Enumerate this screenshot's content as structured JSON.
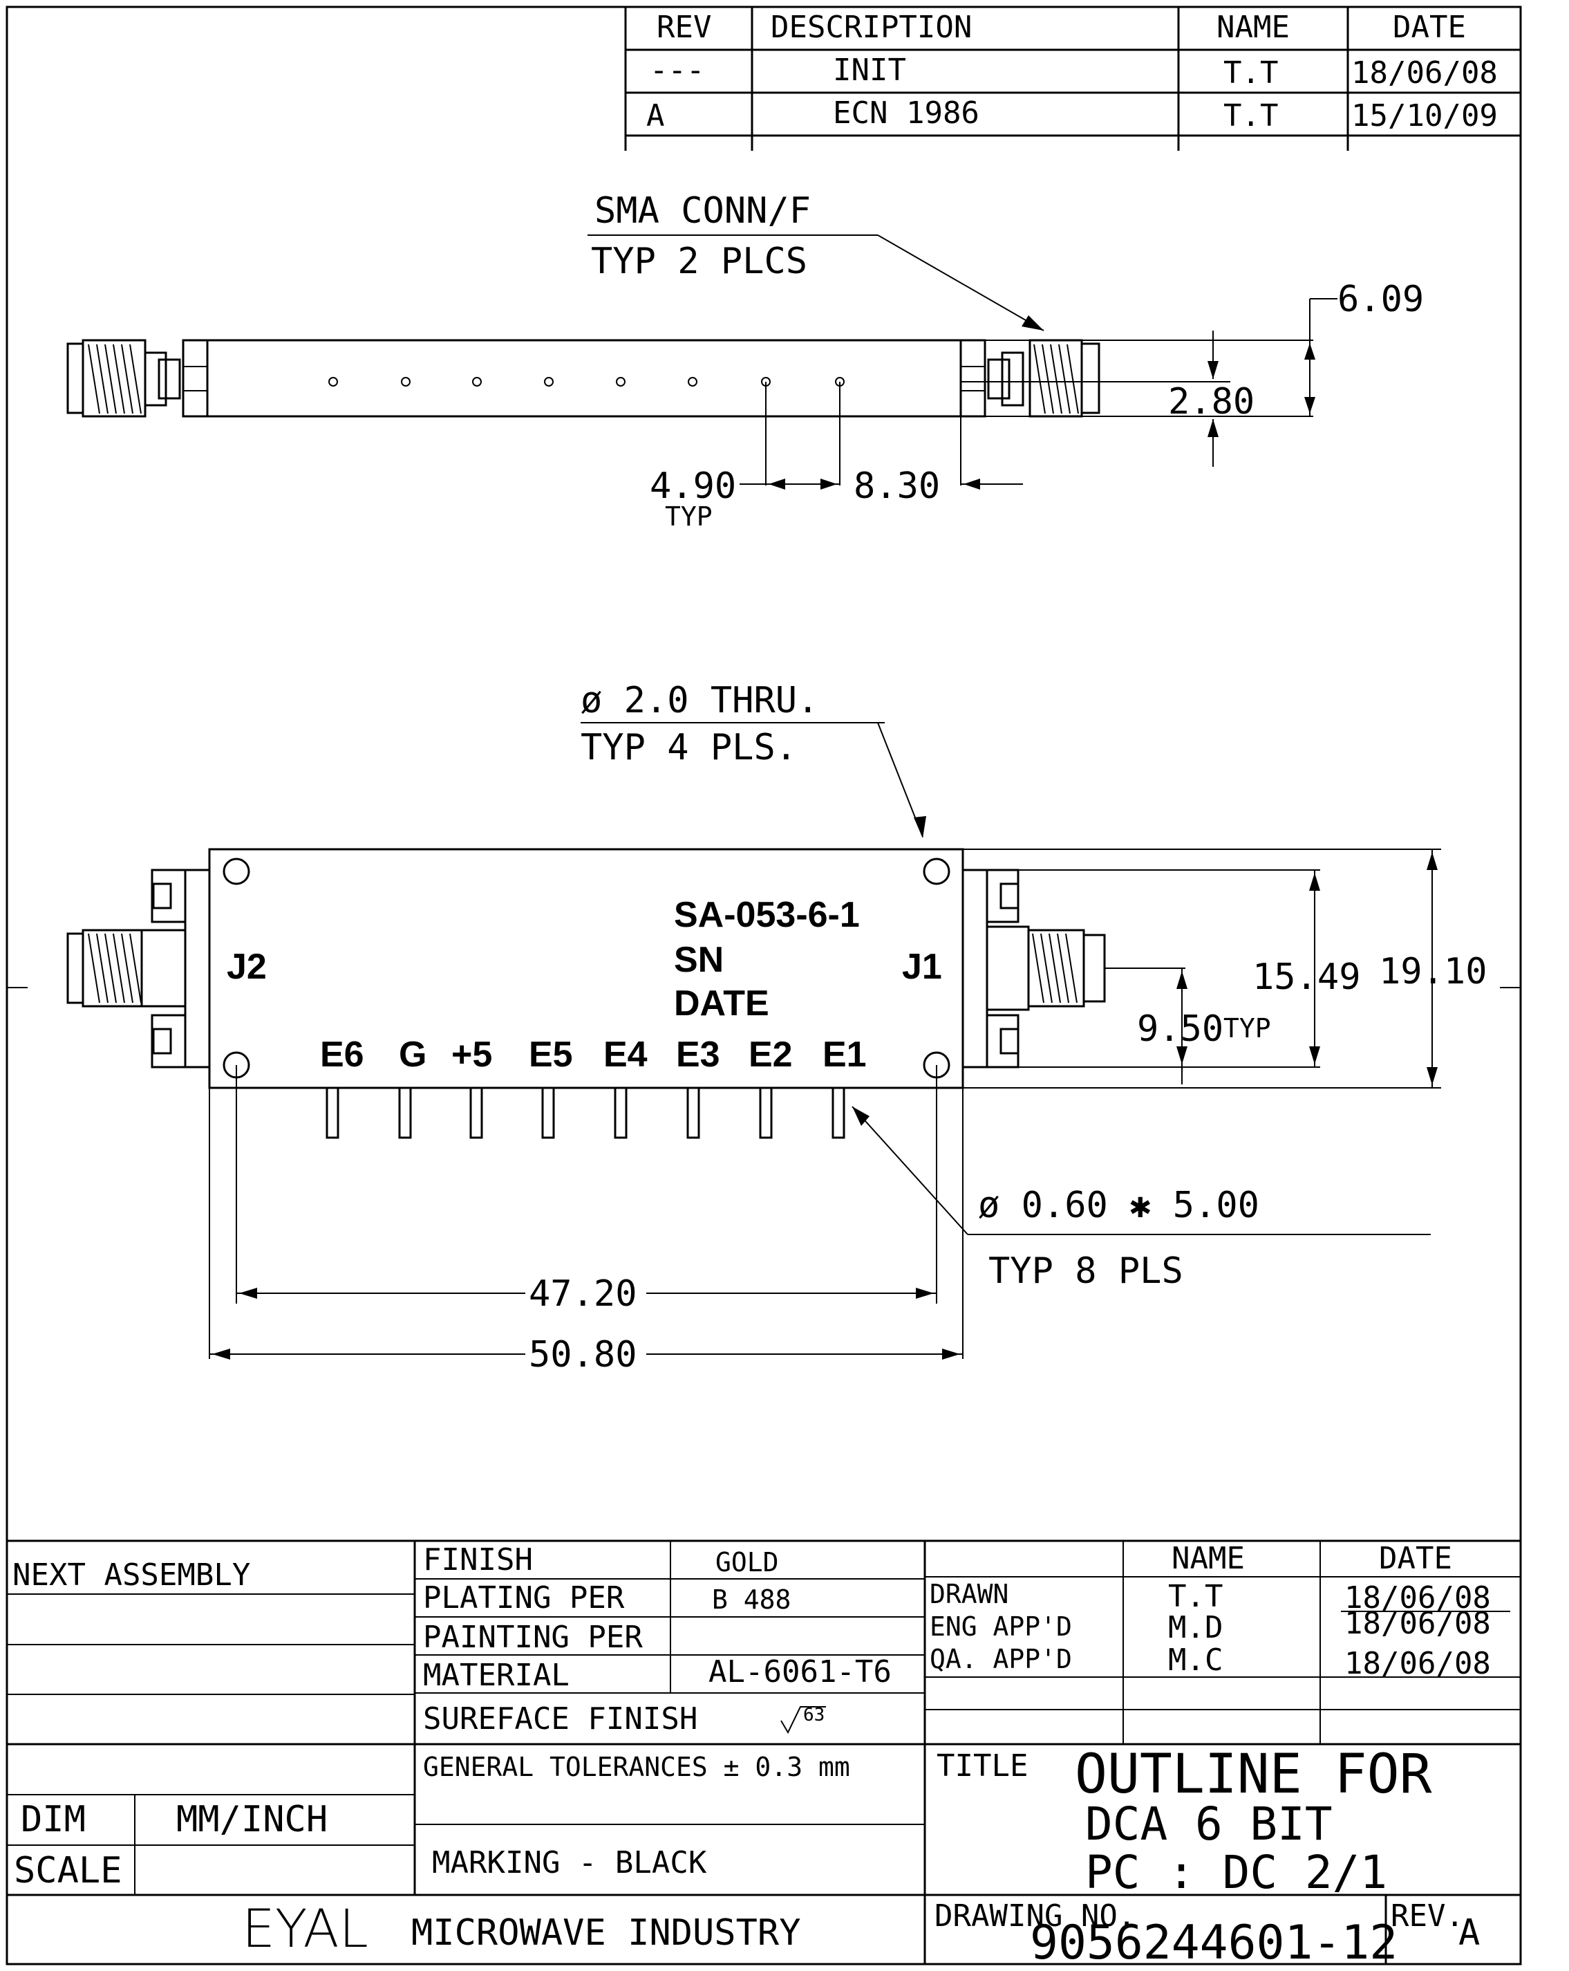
{
  "revision_table": {
    "headers": {
      "rev": "REV",
      "description": "DESCRIPTION",
      "name": "NAME",
      "date": "DATE"
    },
    "rows": [
      {
        "rev": "---",
        "description": "INIT",
        "name": "T.T",
        "date": "18/06/08"
      },
      {
        "rev": "A",
        "description": "ECN 1986",
        "name": "T.T",
        "date": "15/10/09"
      }
    ]
  },
  "side_view": {
    "callout_line1": "SMA CONN/F",
    "callout_line2": "TYP 2 PLCS",
    "dim_height": "6.09",
    "dim_center": "2.80",
    "dim_pitch": "4.90",
    "dim_pitch_note": "TYP",
    "dim_end": "8.30"
  },
  "top_view": {
    "hole_line1": "ø 2.0 THRU.",
    "hole_line2": "TYP 4 PLS.",
    "part_number": "SA-053-6-1",
    "sn_label": "SN",
    "date_label": "DATE",
    "port_left": "J2",
    "port_right": "J1",
    "pins": [
      "E6",
      "G",
      "+5",
      "E5",
      "E4",
      "E3",
      "E2",
      "E1"
    ],
    "dim_hole_span": "15.49",
    "dim_width": "19.10",
    "dim_conn": "9.50",
    "dim_conn_note": "TYP",
    "pin_spec_line1": "ø 0.60 ✱ 5.00",
    "pin_spec_line2": "TYP 8 PLS",
    "dim_hole_pitch": "47.20",
    "dim_length": "50.80"
  },
  "title_block": {
    "next_assembly": "NEXT ASSEMBLY",
    "finish_label": "FINISH",
    "finish_value": "GOLD",
    "plating_label": "PLATING PER",
    "plating_value": "B 488",
    "painting_label": "PAINTING PER",
    "material_label": "MATERIAL",
    "material_value": "AL-6061-T6",
    "surface_label": "SUREFACE FINISH",
    "surface_value": "63",
    "tolerance_label": "GENERAL TOLERANCES ± 0.3 mm",
    "marking": "MARKING - BLACK",
    "dim_label": "DIM",
    "dim_value": "MM/INCH",
    "scale_label": "SCALE",
    "company": "EYAL",
    "company_rest": "MICROWAVE INDUSTRY",
    "name_header": "NAME",
    "date_header": "DATE",
    "drawn_label": "DRAWN",
    "drawn_name": "T.T",
    "drawn_date": "18/06/08",
    "eng_label": "ENG APP'D",
    "eng_name": "M.D",
    "eng_date": "18/06/08",
    "qa_label": "QA. APP'D",
    "qa_name": "M.C",
    "qa_date": "18/06/08",
    "title_label": "TITLE",
    "title_line1": "OUTLINE FOR",
    "title_line2": "DCA 6 BIT",
    "title_line3": "PC : DC 2/1",
    "drawing_no_label": "DRAWING NO.",
    "drawing_no": "9056244601-12",
    "rev_label": "REV.",
    "rev_value": "A"
  }
}
